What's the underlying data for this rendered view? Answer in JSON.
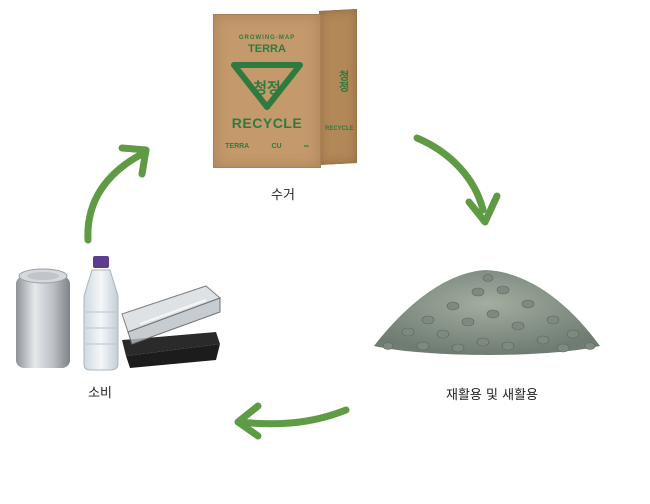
{
  "diagram": {
    "nodes": [
      {
        "id": "collect",
        "label": "수거"
      },
      {
        "id": "recycle",
        "label": "재활용 및 새활용"
      },
      {
        "id": "consume",
        "label": "소비"
      }
    ],
    "box": {
      "brand_small": "GROWING-MAP",
      "brand_name": "TERRA",
      "triangle_text": "청정",
      "recycle_text": "RECYCLE",
      "footer_terra": "TERRA",
      "footer_cu": "CU",
      "footer_logo": "∞",
      "side_text": "청정",
      "side_recycle": "RECYCLE"
    },
    "colors": {
      "arrow": "#5f9a44",
      "box_green": "#2f7a3f",
      "box_kraft": "#c49a6c",
      "pellets": "#8a978c"
    }
  }
}
